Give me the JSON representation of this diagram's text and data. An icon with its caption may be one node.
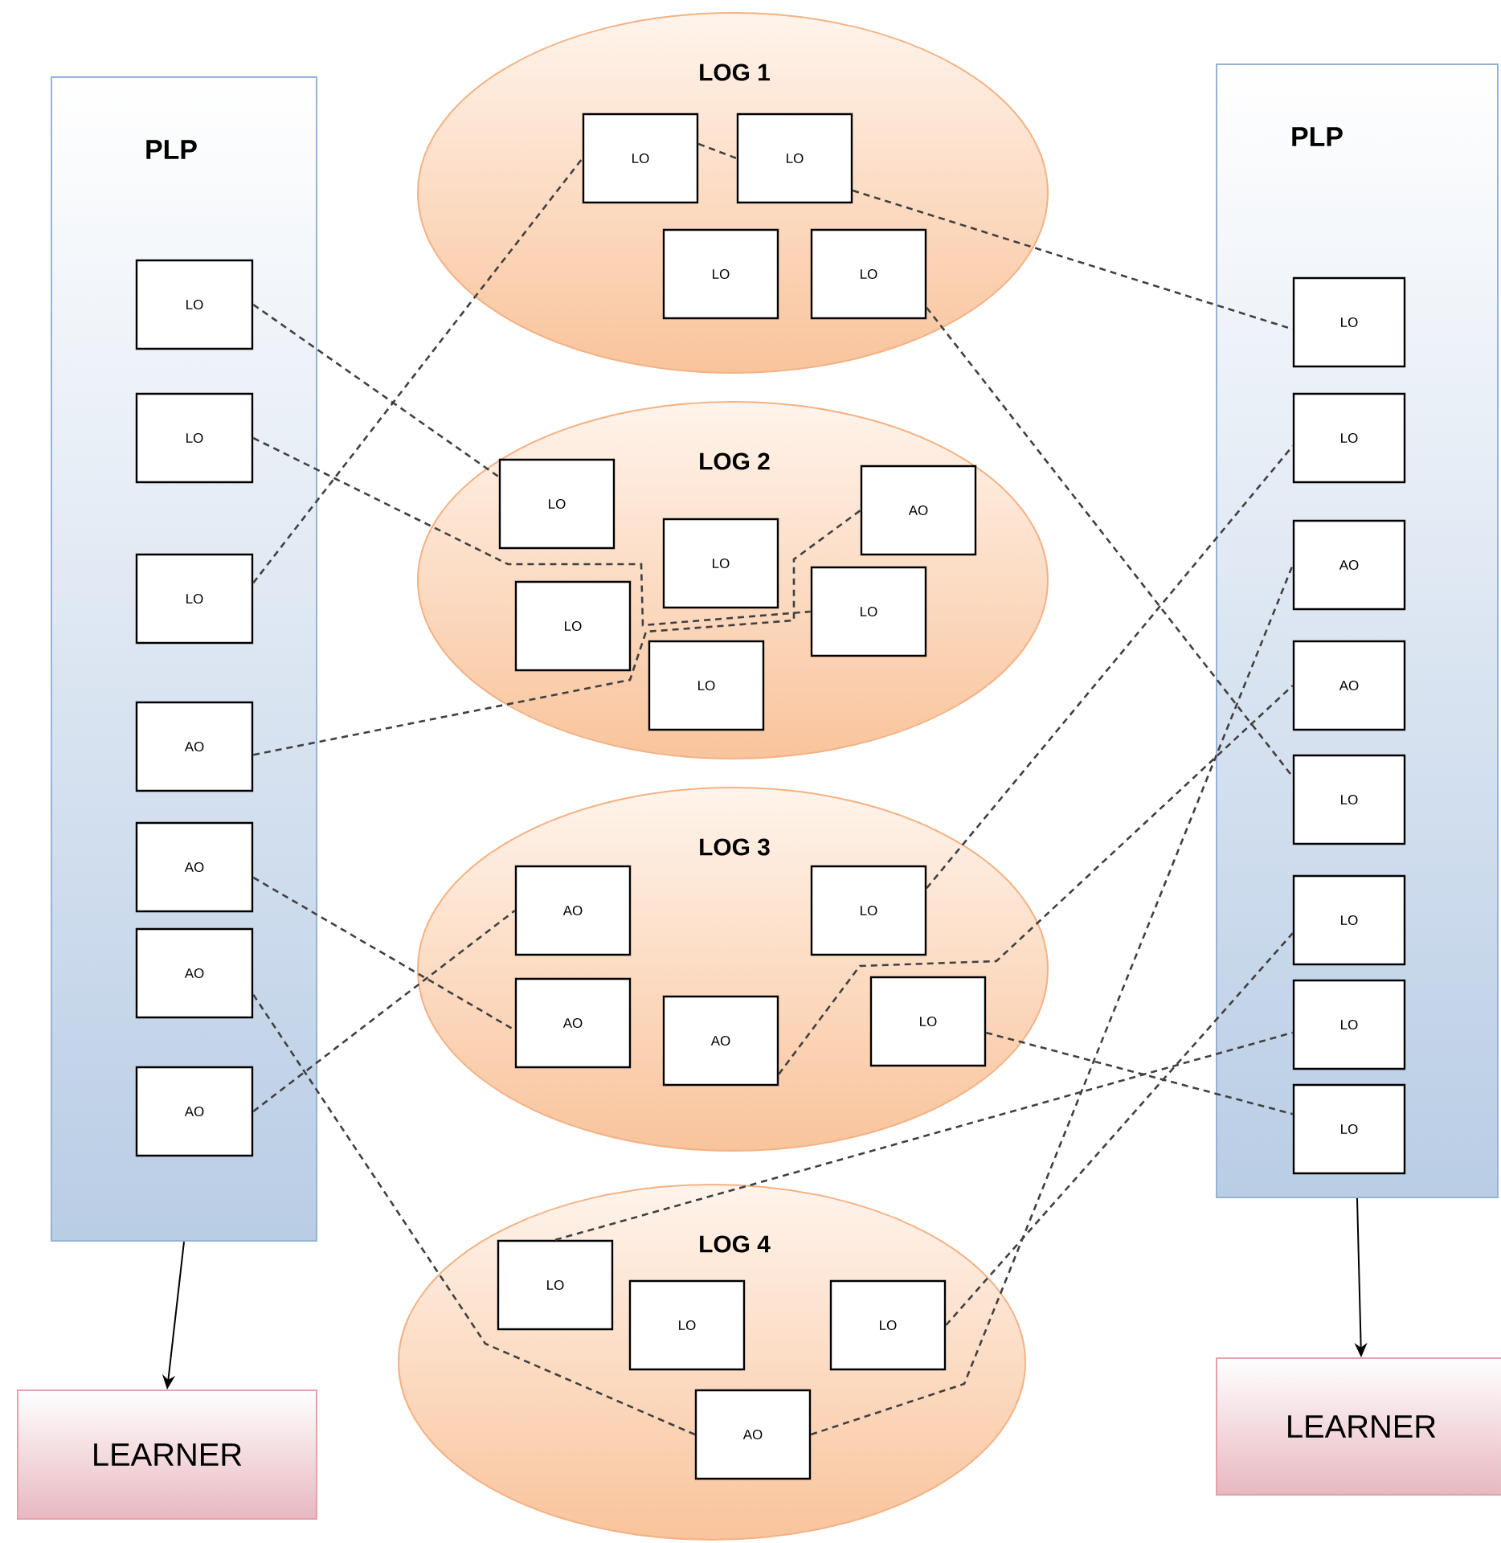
{
  "diagram": {
    "nodes": [
      {
        "text": [
          "PLP"
        ]
      },
      {
        "text": [
          "LO"
        ],
        "in": 0
      },
      {
        "text": [
          "LO"
        ],
        "in": 0
      },
      {
        "text": [
          "LO"
        ],
        "in": 0
      },
      {
        "text": [
          "AO"
        ],
        "in": 0
      },
      {
        "text": [
          "AO"
        ],
        "in": 0
      },
      {
        "text": [
          "AO"
        ],
        "in": 0
      },
      {
        "text": [
          "AO"
        ],
        "in": 0
      },
      {
        "text": [
          "LOG 1"
        ]
      },
      {
        "text": [
          "LO"
        ],
        "in": 8
      },
      {
        "text": [
          "LO"
        ],
        "in": 8
      },
      {
        "text": [
          "LO"
        ],
        "in": 8
      },
      {
        "text": [
          "LO"
        ],
        "in": 8
      },
      {
        "text": [
          "LOG 2"
        ]
      },
      {
        "text": [
          "LO"
        ],
        "in": 13
      },
      {
        "text": [
          "AO"
        ],
        "in": 13
      },
      {
        "text": [
          "LO"
        ],
        "in": 13
      },
      {
        "text": [
          "LO"
        ],
        "in": 13
      },
      {
        "text": [
          "LO"
        ],
        "in": 13
      },
      {
        "text": [
          "LO"
        ],
        "in": 13
      },
      {
        "text": [
          "LOG 3"
        ]
      },
      {
        "text": [
          "AO"
        ],
        "in": 20
      },
      {
        "text": [
          "LO"
        ],
        "in": 20
      },
      {
        "text": [
          "AO"
        ],
        "in": 20
      },
      {
        "text": [
          "AO"
        ],
        "in": 20
      },
      {
        "text": [
          "LO"
        ],
        "in": 20
      },
      {
        "text": [
          "LOG 4"
        ]
      },
      {
        "text": [
          "LO"
        ],
        "in": 26
      },
      {
        "text": [
          "LO"
        ],
        "in": 26
      },
      {
        "text": [
          "LO"
        ],
        "in": 26
      },
      {
        "text": [
          "AO"
        ],
        "in": 26
      },
      {
        "text": [
          "PLP"
        ]
      },
      {
        "text": [
          "LO"
        ],
        "in": 31
      },
      {
        "text": [
          "LO"
        ],
        "in": 31
      },
      {
        "text": [
          "AO"
        ],
        "in": 31
      },
      {
        "text": [
          "AO"
        ],
        "in": 31
      },
      {
        "text": [
          "LO"
        ],
        "in": 31
      },
      {
        "text": [
          "LO"
        ],
        "in": 31
      },
      {
        "text": [
          "LO"
        ],
        "in": 31
      },
      {
        "text": [
          "LO"
        ],
        "in": 31
      },
      {
        "text": [
          "LEARNER"
        ]
      },
      {
        "text": [
          "LEARNER"
        ]
      }
    ],
    "edges": [
      {
        "from": 1,
        "to": 14,
        "arrow": "none",
        "style": "dashed"
      },
      {
        "from": 2,
        "to": 17,
        "arrow": "none",
        "style": "dashed"
      },
      {
        "from": 3,
        "to": 9,
        "arrow": "none",
        "style": "dashed"
      },
      {
        "from": 4,
        "to": 15,
        "arrow": "none",
        "style": "dashed"
      },
      {
        "from": 5,
        "to": 23,
        "arrow": "none",
        "style": "dashed"
      },
      {
        "from": 6,
        "to": 30,
        "arrow": "none",
        "style": "dashed"
      },
      {
        "from": 7,
        "to": 21,
        "arrow": "none",
        "style": "dashed"
      },
      {
        "from": 9,
        "to": 10,
        "arrow": "none",
        "style": "dashed"
      },
      {
        "from": 10,
        "to": 32,
        "arrow": "none",
        "style": "dashed"
      },
      {
        "from": 12,
        "to": 36,
        "arrow": "none",
        "style": "dashed"
      },
      {
        "from": 22,
        "to": 33,
        "arrow": "none",
        "style": "dashed"
      },
      {
        "from": 24,
        "to": 35,
        "arrow": "none",
        "style": "dashed"
      },
      {
        "from": 25,
        "to": 39,
        "arrow": "none",
        "style": "dashed"
      },
      {
        "from": 27,
        "to": 38,
        "arrow": "none",
        "style": "dashed"
      },
      {
        "from": 30,
        "to": 34,
        "arrow": "none",
        "style": "dashed"
      },
      {
        "from": 29,
        "to": 37,
        "arrow": "none",
        "style": "dashed"
      },
      {
        "from": 0,
        "to": 40,
        "arrow": "to"
      },
      {
        "from": 31,
        "to": 41,
        "arrow": "to"
      }
    ]
  }
}
